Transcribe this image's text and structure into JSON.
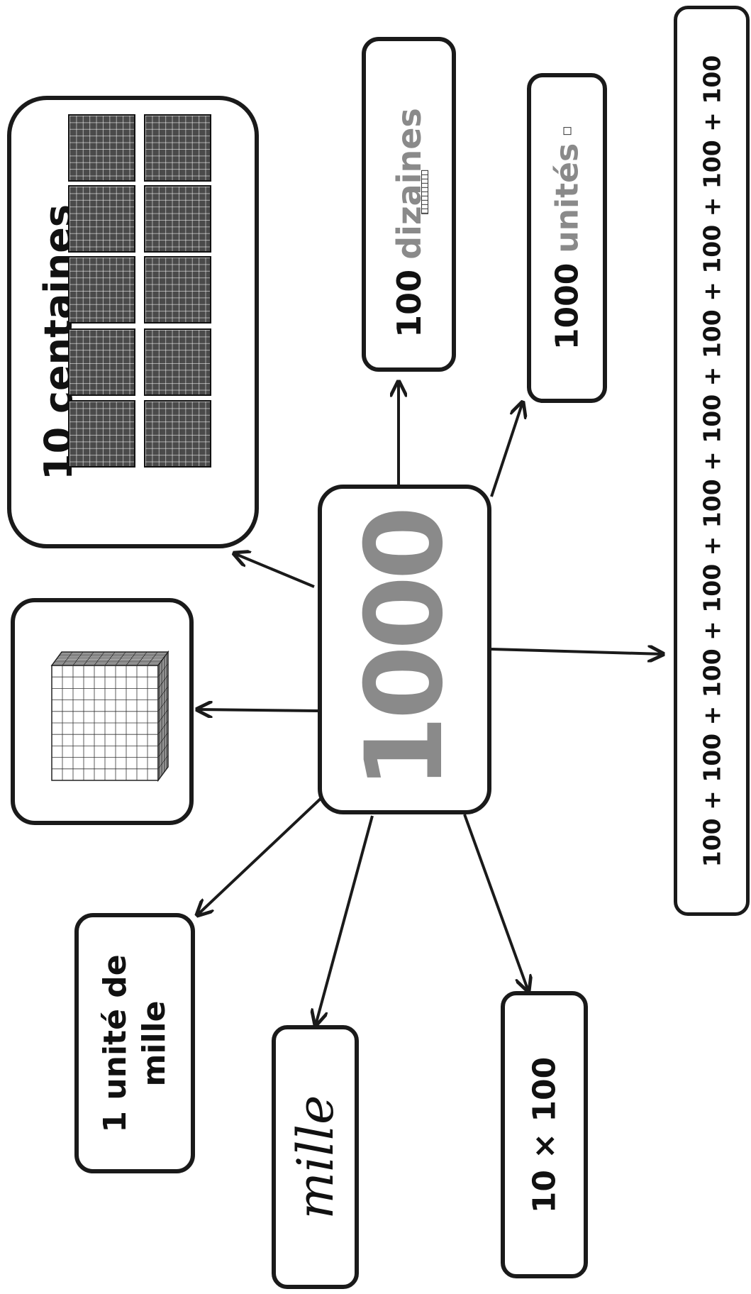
{
  "center": {
    "value": "1000"
  },
  "cube": {
    "icon": "thousand-cube-icon"
  },
  "centaines": {
    "label": "10 centaines",
    "square_icon": "hundred-square-icon",
    "square_count": 10
  },
  "dizaines": {
    "number": "100",
    "word": "dizaines",
    "icon": "ten-rod-icon"
  },
  "unites": {
    "number": "1000",
    "word": "unités",
    "icon": "unit-cube-icon"
  },
  "sum": {
    "text": "100 + 100 + 100 + 100 + 100 + 100 + 100 + 100 + 100 + 100"
  },
  "unite_de_mille": {
    "line1": "1 unité de",
    "line2": "mille"
  },
  "mille": {
    "text": "mille"
  },
  "produit": {
    "text": "10 × 100"
  },
  "colors": {
    "line": "#1a1a1a",
    "grey_text": "#8a8a8a",
    "square_fill": "#4a4a4a"
  }
}
